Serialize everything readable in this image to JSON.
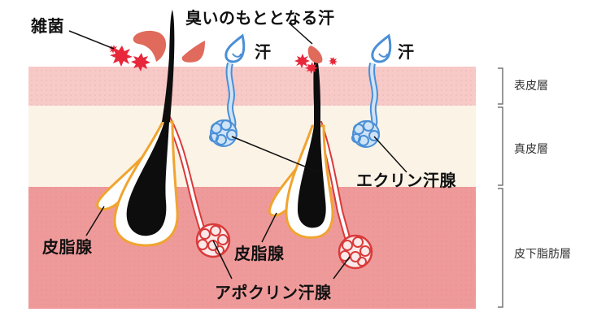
{
  "diagram": {
    "labels": {
      "bacteria": "雑菌",
      "odor_sweat": "臭いのもととなる汗",
      "sweat_1": "汗",
      "sweat_2": "汗",
      "eccrine": "エクリン汗腺",
      "sebaceous_1": "皮脂腺",
      "sebaceous_2": "皮脂腺",
      "apocrine": "アポクリン汗腺"
    },
    "layers": {
      "epidermis": "表皮層",
      "dermis": "真皮層",
      "subcutaneous": "皮下脂肪層"
    },
    "colors": {
      "epidermis": "#f7c9c7",
      "dermis": "#fbf3e6",
      "subcutaneous": "#ef9a9a",
      "hair": "#0d0d0d",
      "sebaceous_outline": "#f0a430",
      "eccrine": "#4a8fd6",
      "apocrine": "#d93a3a",
      "odor_drop": "#e06a5c",
      "bacteria": "#e8273a"
    }
  }
}
